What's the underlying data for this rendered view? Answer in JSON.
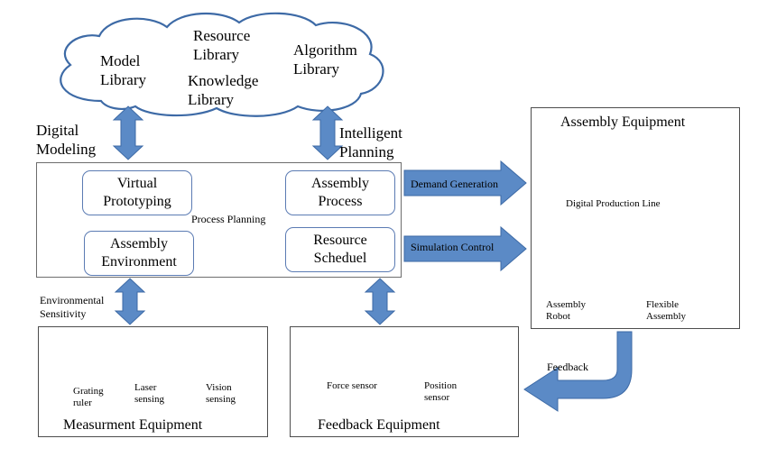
{
  "cloud": {
    "model_library": "Model\nLibrary",
    "resource_library": "Resource\nLibrary",
    "knowledge_library": "Knowledge\nLibrary",
    "algorithm_library": "Algorithm\nLibrary"
  },
  "labels": {
    "digital_modeling": "Digital\nModeling",
    "intelligent_planning": "Intelligent\nPlanning",
    "environmental_sensitivity": "Environmental\nSensitivity",
    "process_planning": "Process Planning",
    "demand_generation": "Demand Generation",
    "simulation_control": "Simulation Control",
    "feedback": "Feedback"
  },
  "center": {
    "virtual_prototyping": "Virtual\nPrototyping",
    "assembly_environment": "Assembly\nEnvironment",
    "assembly_process": "Assembly\nProcess",
    "resource_schedule": "Resource\nScheduel"
  },
  "assembly_equipment": {
    "title": "Assembly Equipment",
    "production_line": "Digital Production Line",
    "robot": "Assembly\nRobot",
    "flexible": "Flexible\nAssembly"
  },
  "measurement": {
    "title": "Measurment Equipment",
    "grating": "Grating\nruler",
    "laser": "Laser\nsensing",
    "vision": "Vision\nsensing"
  },
  "feedback_equipment": {
    "title": "Feedback Equipment",
    "force": "Force sensor",
    "position": "Position\nsensor"
  },
  "colors": {
    "arrow_fill": "#5b8ac6",
    "arrow_stroke": "#3d6aa6",
    "box_border": "#5b7bb3",
    "cloud_stroke": "#3d6aa6"
  }
}
